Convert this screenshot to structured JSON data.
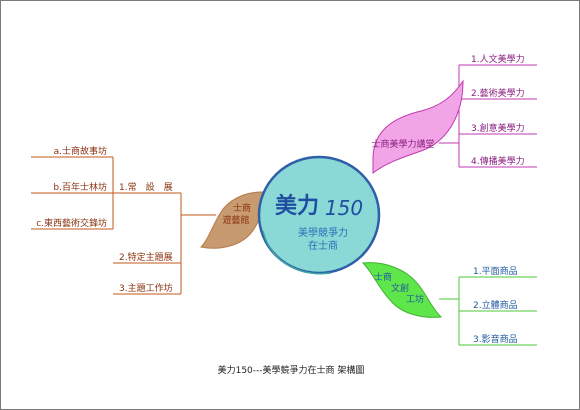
{
  "center": {
    "title_cjk": "美力",
    "title_num": "150",
    "subtitle_1": "美學競爭力",
    "subtitle_2": "在士商"
  },
  "caption": "美力150---美學競爭力在士商 架構圖",
  "branches": {
    "lecture": {
      "label": "士商美學力講堂",
      "color": "#c03ab0",
      "fill": "#f2a5e6",
      "items": [
        "1.人文美學力",
        "2.藝術美學力",
        "3.創意美學力",
        "4.傳播美學力"
      ]
    },
    "gallery": {
      "label_1": "士商",
      "label_2": "遊藝館",
      "color": "#c05a1e",
      "fill": "#c89a70",
      "sub_1": {
        "label": "1.常　設　展",
        "items": [
          "a.士商故事坊",
          "b.百年士林坊",
          "c.東西藝術交鋒坊"
        ]
      },
      "sub_2": "2.特定主題展",
      "sub_3": "3.主題工作坊"
    },
    "workshop": {
      "label_1": "士商",
      "label_2": "文創",
      "label_3": "工坊",
      "color": "#2a6fb8",
      "fill": "#5fe64a",
      "items": [
        "1.平面商品",
        "2.立體商品",
        "3.影音商品"
      ]
    }
  }
}
